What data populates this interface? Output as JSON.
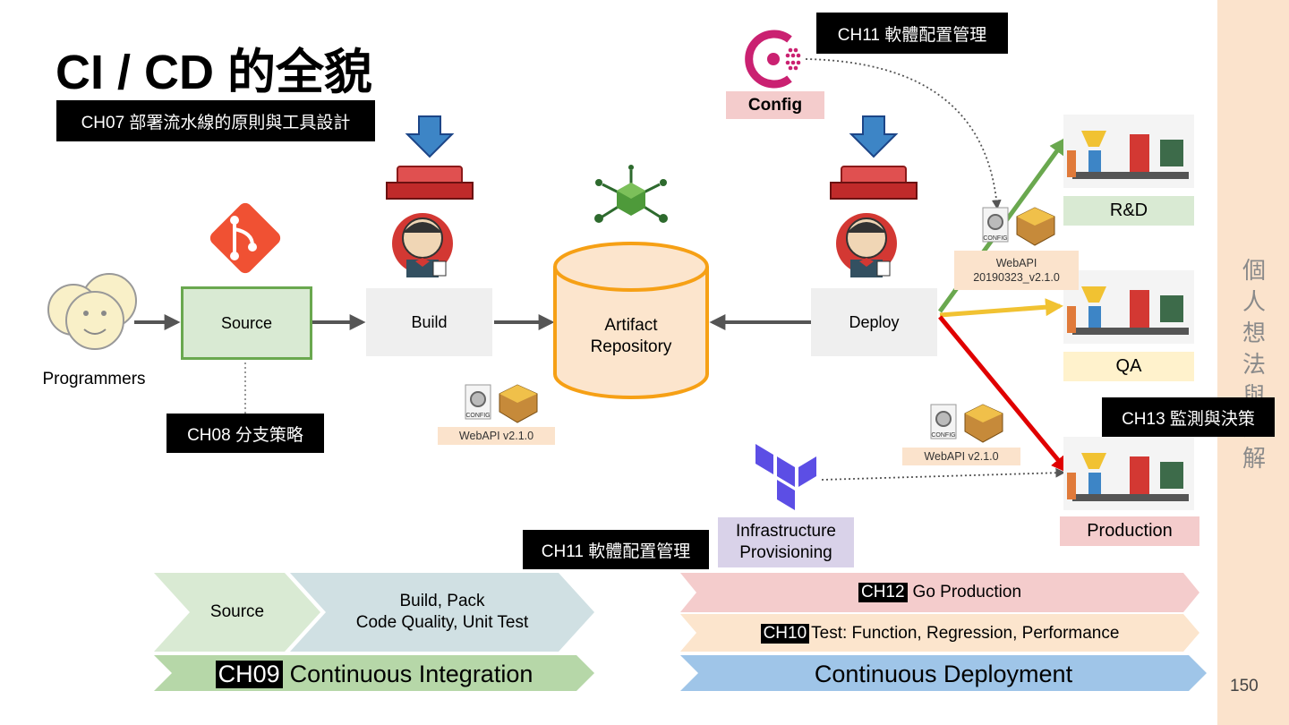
{
  "title": "CI / CD 的全貌",
  "callouts": {
    "ch07": "CH07 部署流水線的原則與工具設計",
    "ch08": "CH08 分支策略",
    "ch11_top": "CH11 軟體配置管理",
    "ch11_bottom": "CH11 軟體配置管理",
    "ch13": "CH13 監測與決策"
  },
  "nodes": {
    "programmers": "Programmers",
    "source": "Source",
    "build": "Build",
    "artifact": "Artifact\nRepository",
    "deploy": "Deploy",
    "config": "Config",
    "infra": "Infrastructure\nProvisioning",
    "rd": "R&D",
    "qa": "QA",
    "production": "Production"
  },
  "packages": {
    "artifact_pkg": "WebAPI v2.1.0",
    "deploy_pkg": "WebAPI\n20190323_v2.1.0",
    "prod_pkg": "WebAPI v2.1.0",
    "config_caption": "CONFIG"
  },
  "pipeline": {
    "ci_source": "Source",
    "ci_build": "Build, Pack\nCode Quality, Unit Test",
    "ci_tag": "CH09",
    "ci_label": "Continuous Integration",
    "cd_prod_tag": "CH12",
    "cd_prod_label": "Go Production",
    "cd_test_tag": "CH10",
    "cd_test_label": "Test: Function, Regression, Performance",
    "cd_label": "Continuous Deployment"
  },
  "sidebar_text": "個人想法與見解",
  "page_number": "150",
  "colors": {
    "source_green": "#d9ead3",
    "source_border": "#6aa84f",
    "artifact_orange": "#fce5cd",
    "artifact_border": "#f6a015",
    "config_pink": "#f4cccc",
    "infra_purple": "#d9d2e9",
    "rd_green": "#d9ead3",
    "qa_yellow": "#fff2cc",
    "prod_pink": "#f4cccc",
    "ci_green": "#b6d7a8",
    "cd_blue": "#9fc5e8",
    "arrow_green": "#6aa84f",
    "arrow_yellow": "#f1c232",
    "arrow_red": "#e00000"
  }
}
